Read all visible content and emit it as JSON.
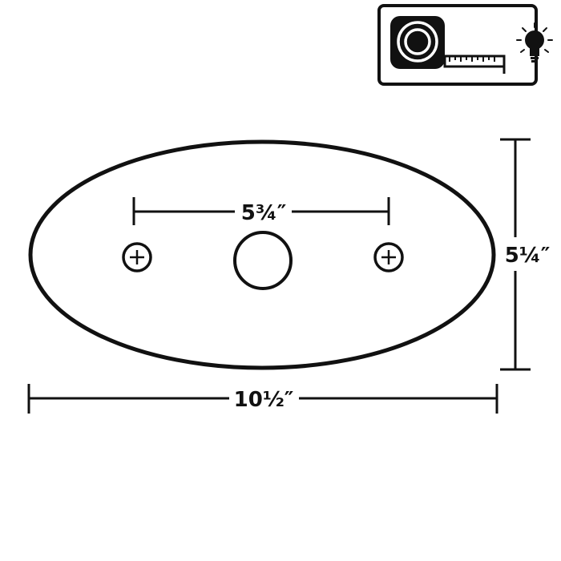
{
  "colors": {
    "stroke": "#111111",
    "background": "#ffffff"
  },
  "badge": {
    "icons": [
      "tape-measure-icon",
      "lightbulb-icon"
    ]
  },
  "dimensions": {
    "hole_spacing": "5¾″",
    "height": "5¼″",
    "width": "10½″"
  },
  "features": [
    "left-screw-hole",
    "center-hole",
    "right-screw-hole"
  ]
}
